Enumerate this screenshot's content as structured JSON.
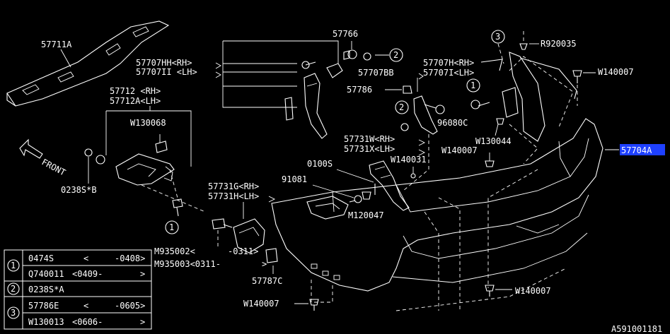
{
  "colors": {
    "background": "#000000",
    "ink": "#ffffff",
    "highlight": "#1e40ff"
  },
  "labels": {
    "p57711A": "57711A",
    "p57766": "57766",
    "r920035": "R920035",
    "p57707HH": "57707HH<RH>",
    "p57707II": "57707II <LH>",
    "p57707H": "57707H<RH>",
    "p57707BB": "57707BB",
    "p57707I": "57707I<LH>",
    "w140007_top": "W140007",
    "p57712rh": "57712 <RH>",
    "p57712lh": "57712A<LH>",
    "p57786": "57786",
    "w130068": "W130068",
    "p96080C": "96080C",
    "w130044": "W130044",
    "p57704A": "57704A",
    "front": "FRONT",
    "p57731W": "57731W<RH>",
    "p57731X": "57731X<LH>",
    "w140007_mid": "W140007",
    "w140031": "W140031",
    "p0100S": "0100S",
    "p91081": "91081",
    "p0238S_B": "0238S*B",
    "p57731G": "57731G<RH>",
    "p57731H": "57731H<LH>",
    "m120047": "M120047",
    "m935002": "M935002<",
    "m935002_range": "-0311>",
    "m935003": "M935003<0311-",
    "m935003_end": ">",
    "p57787C": "57787C",
    "w140007_bot": "W140007",
    "w140007_bot2": "W140007",
    "diagram_id": "A591001181",
    "callout_1": "1",
    "callout_2": "2",
    "callout_3": "3"
  },
  "legend": [
    {
      "num": "1",
      "rows": [
        [
          "0474S",
          "<",
          "-0408>"
        ],
        [
          "Q740011",
          "<0409-",
          ">"
        ]
      ]
    },
    {
      "num": "2",
      "rows": [
        [
          "0238S*A",
          "",
          ""
        ]
      ]
    },
    {
      "num": "3",
      "rows": [
        [
          "57786E",
          "<",
          "-0605>"
        ],
        [
          "W130013",
          "<0606-",
          ">"
        ]
      ]
    }
  ]
}
